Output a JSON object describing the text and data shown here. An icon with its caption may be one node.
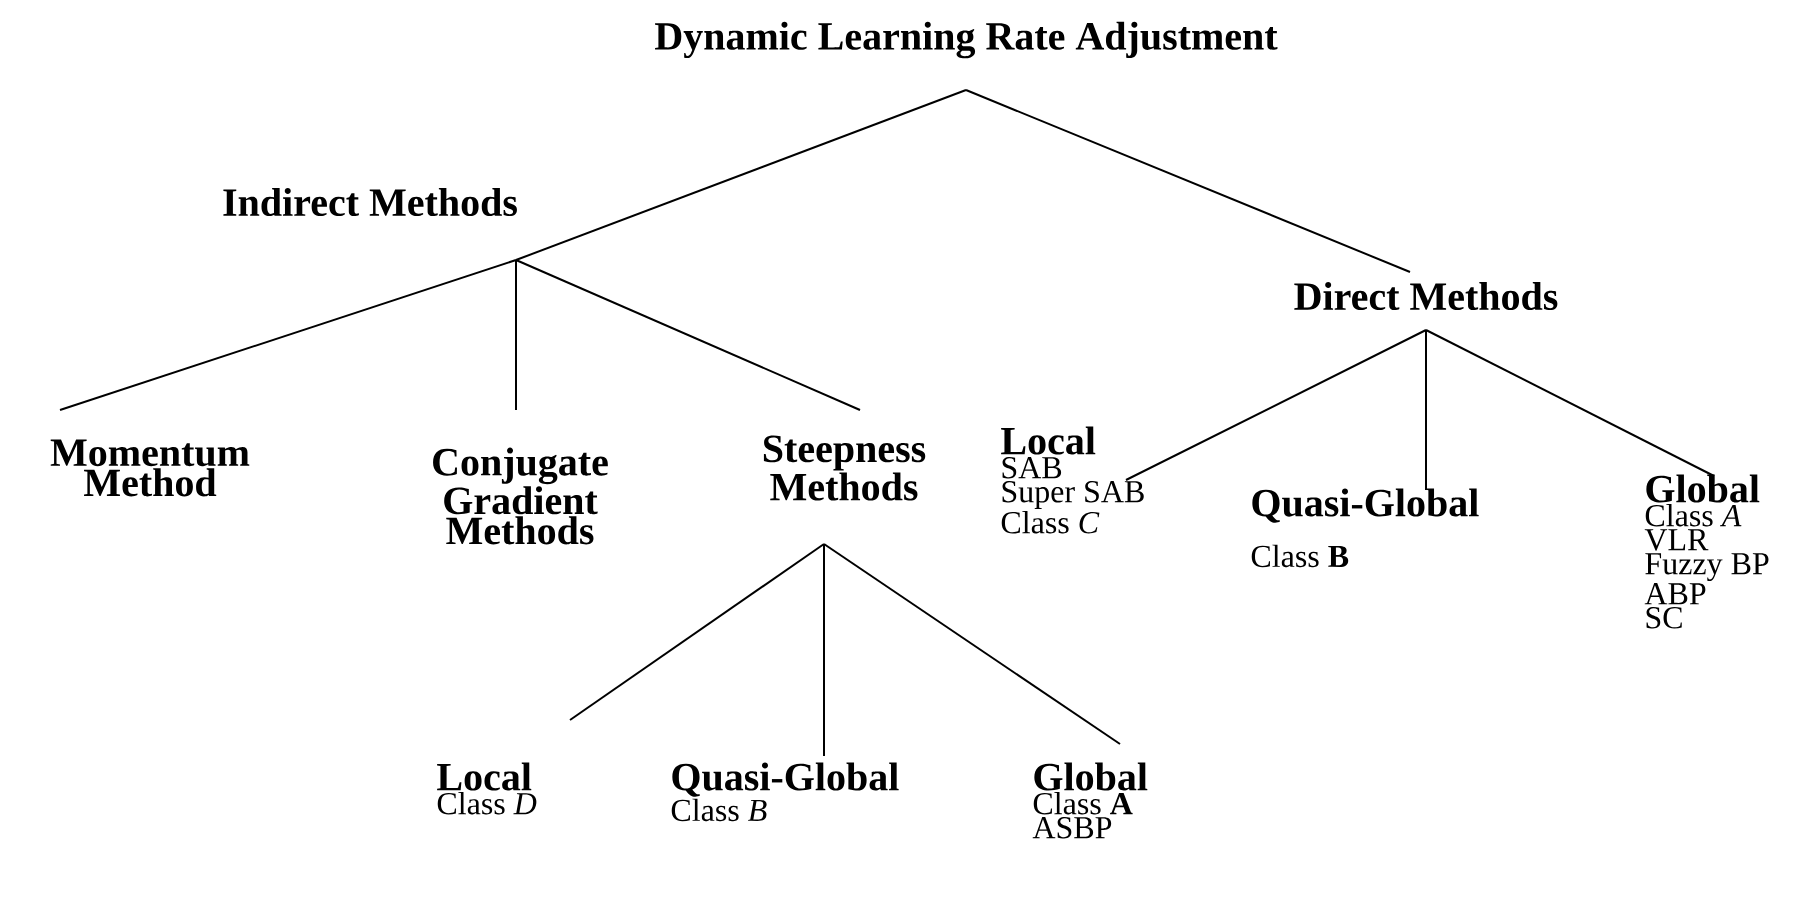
{
  "diagram": {
    "nodes": [
      {
        "text": [
          "Dynamic Learning Rate Adjustment"
        ]
      },
      {
        "text": [
          "Indirect Methods"
        ]
      },
      {
        "text": [
          "Direct Methods"
        ]
      },
      {
        "text": [
          "Momentum Method"
        ]
      },
      {
        "text": [
          "Conjugate Gradient Methods"
        ]
      },
      {
        "text": [
          "Steepness Methods"
        ]
      },
      {
        "text": [
          "Local",
          "SAB",
          "Super SAB",
          "Class *C*"
        ]
      },
      {
        "text": [
          "Quasi-Global",
          "Class **B**"
        ]
      },
      {
        "text": [
          "Global",
          "Class *A*",
          "VLR",
          "Fuzzy BP",
          "ABP",
          "SC"
        ]
      },
      {
        "text": [
          "Local",
          "Class *D*"
        ]
      },
      {
        "text": [
          "Quasi-Global",
          "Class *B*"
        ]
      },
      {
        "text": [
          "Global",
          "Class **A**",
          "ASBP"
        ]
      }
    ],
    "edges": [
      {
        "from": 0,
        "to": 1,
        "arrow": "none"
      },
      {
        "from": 0,
        "to": 2,
        "arrow": "none"
      },
      {
        "from": 1,
        "to": 3,
        "arrow": "none"
      },
      {
        "from": 1,
        "to": 4,
        "arrow": "none"
      },
      {
        "from": 1,
        "to": 5,
        "arrow": "none"
      },
      {
        "from": 2,
        "to": 6,
        "arrow": "none"
      },
      {
        "from": 2,
        "to": 7,
        "arrow": "none"
      },
      {
        "from": 2,
        "to": 8,
        "arrow": "none"
      },
      {
        "from": 5,
        "to": 9,
        "arrow": "none"
      },
      {
        "from": 5,
        "to": 10,
        "arrow": "none"
      },
      {
        "from": 5,
        "to": 11,
        "arrow": "none"
      }
    ]
  }
}
